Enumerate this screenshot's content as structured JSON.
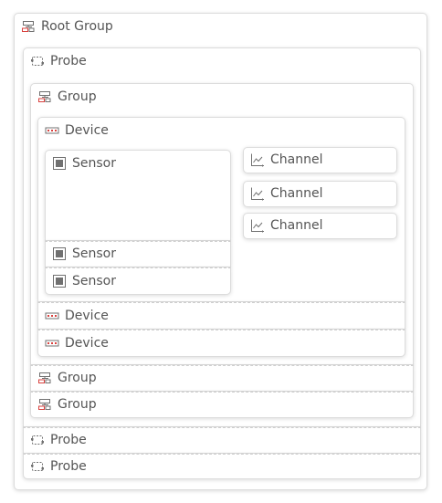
{
  "tree": {
    "root": {
      "label": "Root Group",
      "icon": "group-icon"
    },
    "probes": [
      {
        "label": "Probe",
        "icon": "probe-icon",
        "groups": [
          {
            "label": "Group",
            "icon": "group-icon",
            "devices": [
              {
                "label": "Device",
                "icon": "device-icon",
                "sensors": [
                  {
                    "label": "Sensor",
                    "icon": "sensor-icon",
                    "channels": [
                      {
                        "label": "Channel",
                        "icon": "channel-chart-icon"
                      },
                      {
                        "label": "Channel",
                        "icon": "channel-chart-icon"
                      },
                      {
                        "label": "Channel",
                        "icon": "channel-chart-icon"
                      }
                    ]
                  },
                  {
                    "label": "Sensor",
                    "icon": "sensor-icon"
                  },
                  {
                    "label": "Sensor",
                    "icon": "sensor-icon"
                  }
                ]
              },
              {
                "label": "Device",
                "icon": "device-icon"
              },
              {
                "label": "Device",
                "icon": "device-icon"
              }
            ]
          },
          {
            "label": "Group",
            "icon": "group-icon"
          },
          {
            "label": "Group",
            "icon": "group-icon"
          }
        ]
      },
      {
        "label": "Probe",
        "icon": "probe-icon"
      },
      {
        "label": "Probe",
        "icon": "probe-icon"
      }
    ]
  },
  "colors": {
    "accent_red": "#d9413e",
    "icon_gray": "#707070",
    "text": "#555555",
    "border": "#dcdcdc"
  }
}
